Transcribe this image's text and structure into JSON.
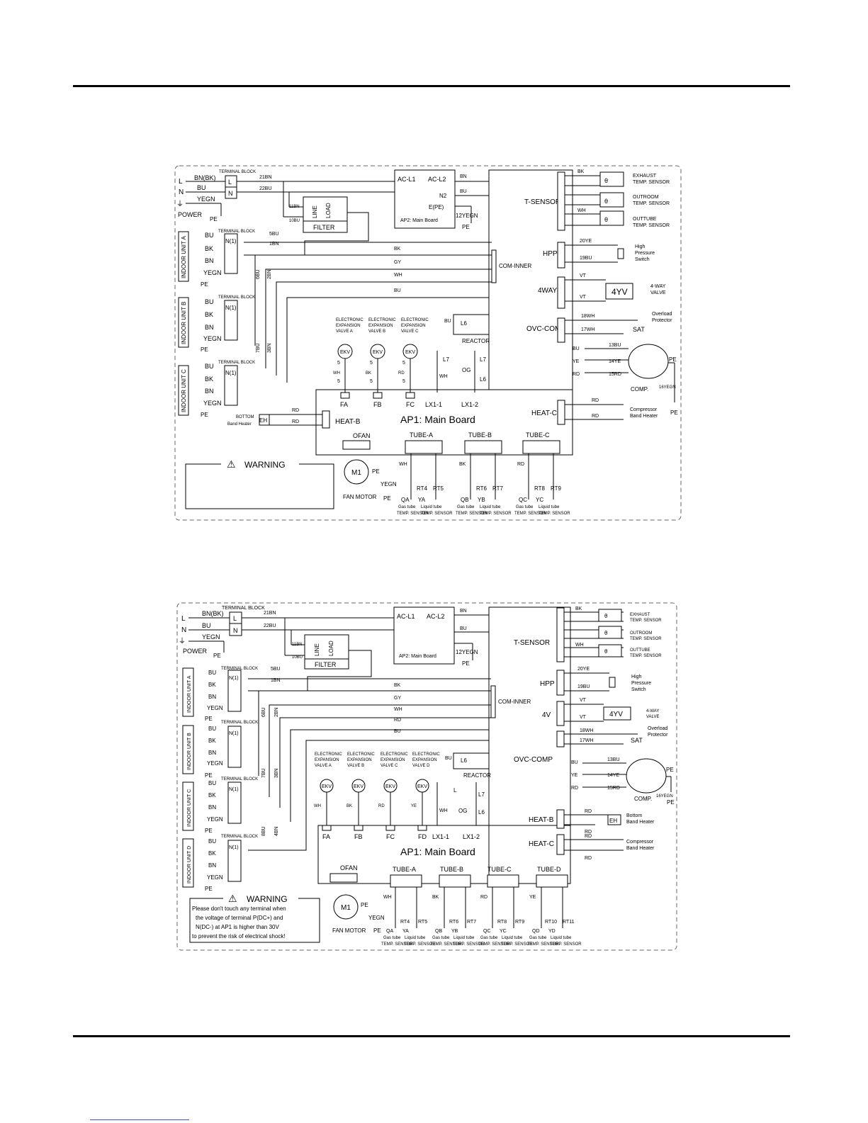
{
  "power": {
    "l": "L",
    "n": "N",
    "l_wire": "BN(BK)",
    "n_wire": "BU",
    "ground_wire": "YEGN",
    "ground_symbol": "⏚",
    "label": "POWER",
    "pe": "PE",
    "terminal_block": "TERMINAL BLOCK",
    "tb_l": "L",
    "tb_n": "N"
  },
  "filter": {
    "line": "LINE",
    "load": "LOAD",
    "label": "FILTER"
  },
  "ap2": {
    "ac_l1": "AC-L1",
    "ac_l2": "AC-L2",
    "n2": "N2",
    "epe": "E(PE)",
    "label": "AP2: Main Board",
    "yegn": "12YEGN",
    "pe": "PE"
  },
  "wires": {
    "w21bn": "21BN",
    "w22bu": "22BU",
    "w11bn": "11BN",
    "w10bu": "10BU",
    "w5bu": "5BU",
    "w1bn": "1BN",
    "w6bu": "6BU",
    "w2bn": "2BN",
    "w7bu": "7BU",
    "w3bn": "3BN",
    "w8bu": "8BU",
    "w4bn": "4BN",
    "bn": "BN",
    "bu": "BU",
    "bk": "BK",
    "gy": "GY",
    "wh": "WH",
    "rd": "RD",
    "ye": "YE",
    "vt": "VT",
    "w20ye": "20YE",
    "w19bu": "19BU",
    "w18wh": "18WH",
    "w17wh": "17WH",
    "w13bu": "13BU",
    "w14ye": "14YE",
    "w15rd": "15RD",
    "w16yegn": "16YEGN"
  },
  "indoor": {
    "unit_a": "INDOOR UNIT A",
    "unit_b": "INDOOR UNIT B",
    "unit_c": "INDOOR UNIT C",
    "unit_d": "INDOOR UNIT D",
    "terminal_block": "TERMINAL BLOCK",
    "n1": "N(1)",
    "bu": "BU",
    "bk": "BK",
    "bn": "BN",
    "yegn": "YEGN",
    "pe": "PE"
  },
  "main": {
    "t_sensor": "T-SENSOR",
    "hpp": "HPP",
    "four_way": "4WAY",
    "four_v": "4V",
    "ovc": "OVC-COMP",
    "heat_c": "HEAT-C",
    "heat_b": "HEAT-B",
    "com_inner": "COM-INNER",
    "ap1": "AP1: Main Board",
    "reactor": "REACTOR",
    "l6": "L6",
    "l7": "L7",
    "l": "L",
    "og": "OG",
    "lx1": "LX1-1",
    "lx2": "LX1-2",
    "fa": "FA",
    "fb": "FB",
    "fc": "FC",
    "fd": "FD"
  },
  "eev": {
    "t1": "ELECTRONIC",
    "t2": "EXPANSION",
    "va": "VALVE A",
    "vb": "VALVE B",
    "vc": "VALVE C",
    "vd": "VALVE D",
    "ekv": "EKV",
    "five": "5"
  },
  "sensors": {
    "exhaust1": "EXHAUST",
    "exhaust2": "TEMP. SENSOR",
    "outroom1": "OUTROOM",
    "outroom2": "TEMP. SENSOR",
    "outtube1": "OUTTUBE",
    "outtube2": "TEMP. SENSOR",
    "theta": "θ",
    "hpp1": "High",
    "hpp2": "Pressure",
    "hpp3": "Switch",
    "fouryv": "4YV",
    "valve1": "4-WAY",
    "valve2": "VALVE",
    "sat": "SAT",
    "ov1": "Overload",
    "ov2": "Protector",
    "comp": "COMP.",
    "pe": "PE",
    "yegn": "16YEGN",
    "cbh1": "Compressor",
    "cbh2": "Band Heater",
    "bbh1": "BOTTOM",
    "bbh2": "Band Heater",
    "bbh3": "Bottom",
    "eh": "EH"
  },
  "tubes": {
    "a": "TUBE-A",
    "b": "TUBE-B",
    "c": "TUBE-C",
    "d": "TUBE-D",
    "rt4": "RT4",
    "rt5": "RT5",
    "rt6": "RT6",
    "rt7": "RT7",
    "rt8": "RT8",
    "rt9": "RT9",
    "rt10": "RT10",
    "rt11": "RT11",
    "qa": "QA",
    "ya": "YA",
    "qb": "QB",
    "yb": "YB",
    "qc": "QC",
    "yc": "YC",
    "qd": "QD",
    "yd": "YD",
    "gas1": "Gas tube",
    "gas2": "TEMP. SENSOR",
    "liq1": "Liquid tube",
    "liq2": "TEMP. SENSOR"
  },
  "fan": {
    "ofan": "OFAN",
    "m1": "M1",
    "pe": "PE",
    "yegn": "YEGN",
    "label": "FAN MOTOR"
  },
  "warning": {
    "title": "WARNING",
    "line1": "Please don't touch any terminal when",
    "line2": "the voltage of terminal P(DC+) and",
    "line3": "N(DC-) at AP1 is higher than 30V",
    "line4": "to prevent the risk of electrical shock!"
  }
}
